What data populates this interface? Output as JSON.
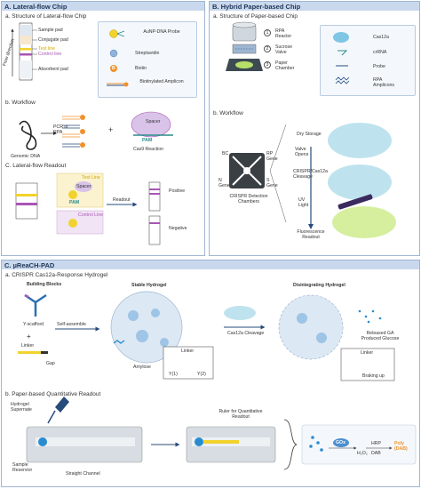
{
  "panel_a": {
    "header": "A. Lateral-flow Chip",
    "sub_a": "a. Structure of Lateral-flow Chip",
    "flow_direction": "Flow direction",
    "parts": [
      "Sample pad",
      "Conjugate pad",
      "Test line",
      "Control line",
      "Absorbent pad"
    ],
    "legend": [
      "AuNP-DNA Probe",
      "Streptavidin",
      "Biotin",
      "Biotinylated Amplicon"
    ],
    "biotin_letter": "B",
    "sub_b": "b. Workflow",
    "genomic": "Genomic DNA",
    "pcr": "PCR or RPA",
    "spacer": "Spacer",
    "pam": "PAM",
    "cas9": "Cas9 Reaction",
    "sub_c": "C. Lateral-flow Readout",
    "readout_test": "Test Line",
    "readout_spacer": "Spacer",
    "readout_pam": "PAM",
    "readout_control": "Control Line",
    "readout_arrow": "Readout",
    "positive": "Positive",
    "negative": "Negative",
    "plus": "+"
  },
  "panel_b": {
    "header": "B. Hybrid Paper-based Chip",
    "sub_a": "a. Structure of Paper-based Chip",
    "steps": [
      {
        "n": "1",
        "label": "RPA Reactor"
      },
      {
        "n": "2",
        "label": "Sucrose Valve"
      },
      {
        "n": "3",
        "label": "Paper Chamber"
      }
    ],
    "legend": [
      "Cas12a",
      "crRNA",
      "Probe",
      "RPA Amplicons"
    ],
    "sub_b": "b. Workflow",
    "genes": [
      "BC",
      "N Gene",
      "RP Gene",
      "S Gene"
    ],
    "chambers": "CRISPR Detection Chambers",
    "workflow_steps": [
      "Dry Storage",
      "Valve Opens",
      "CRISPR/Cas12a Cleavage",
      "UV Light",
      "Fluorescence Readout"
    ]
  },
  "panel_c": {
    "header": "C. µReaCH-PAD",
    "sub_a": "a. CRISPR Cas12a-Response Hydrogel",
    "building_blocks": "Building Blocks",
    "y_scaffold": "Y-scafford",
    "linker": "Linker",
    "gap": "Gap",
    "plus": "+",
    "self_assemble": "Self-assemble",
    "stable": "Stable Hydrogel",
    "amylose": "Amylose",
    "inset_linker": "Linker",
    "y1": "Y(1)",
    "y2": "Y(2)",
    "cleavage": "Cas12a Cleavage",
    "disintegrating": "Disintegrating Hydrogel",
    "released": "Released GA Produced Glucose",
    "inset2_linker": "Linker",
    "braking": "Braking up",
    "sub_b": "b. Paper-based Quantitative Readout",
    "hydrogel_sup": "Hydrogel Supernate",
    "sample_res": "Sample Reservior",
    "straight": "Straight Channel",
    "ruler": "Ruler for Quantitative Readout",
    "gox": "GOx",
    "h2o2": "H₂O₂",
    "hrp": "HRP",
    "dab": "DAB",
    "poly": "Poly (DAB)"
  },
  "colors": {
    "header_bg": "#c9d8ec",
    "border": "#9fb6d3",
    "orange": "#f0922b",
    "purple": "#a855b5",
    "teal": "#2a8c8c",
    "blue_dark": "#274b7a",
    "yellow": "#f2d22e"
  }
}
